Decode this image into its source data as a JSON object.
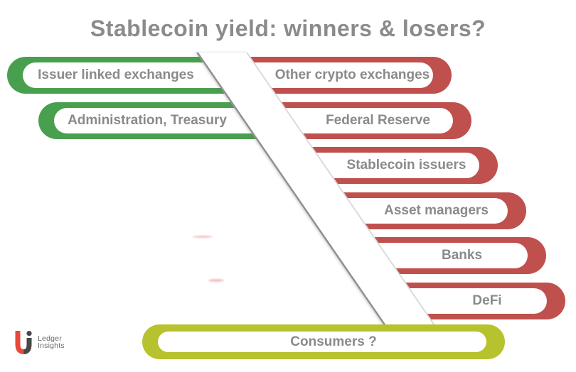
{
  "title": "Stablecoin yield: winners & losers?",
  "winners": [
    {
      "label": "Issuer linked exchanges"
    },
    {
      "label": "Administration, Treasury"
    }
  ],
  "losers": [
    {
      "label": "Other crypto exchanges"
    },
    {
      "label": "Federal Reserve"
    },
    {
      "label": "Stablecoin issuers"
    },
    {
      "label": "Asset managers"
    },
    {
      "label": "Banks"
    },
    {
      "label": "DeFi"
    }
  ],
  "bottom": {
    "label": "Consumers ?"
  },
  "logo": {
    "line1": "Ledger",
    "line2": "Insights"
  },
  "colors": {
    "winner_green": "#48a04e",
    "loser_red": "#c0504d",
    "consumer_yellow": "#b7c22f",
    "label_gray": "#8a8a8a",
    "title_gray": "#8b8b8b",
    "band_edge_dark": "#8f8f8f",
    "band_edge_light": "#d6d6d6",
    "logo_red": "#e8483c",
    "logo_dark": "#474747"
  }
}
